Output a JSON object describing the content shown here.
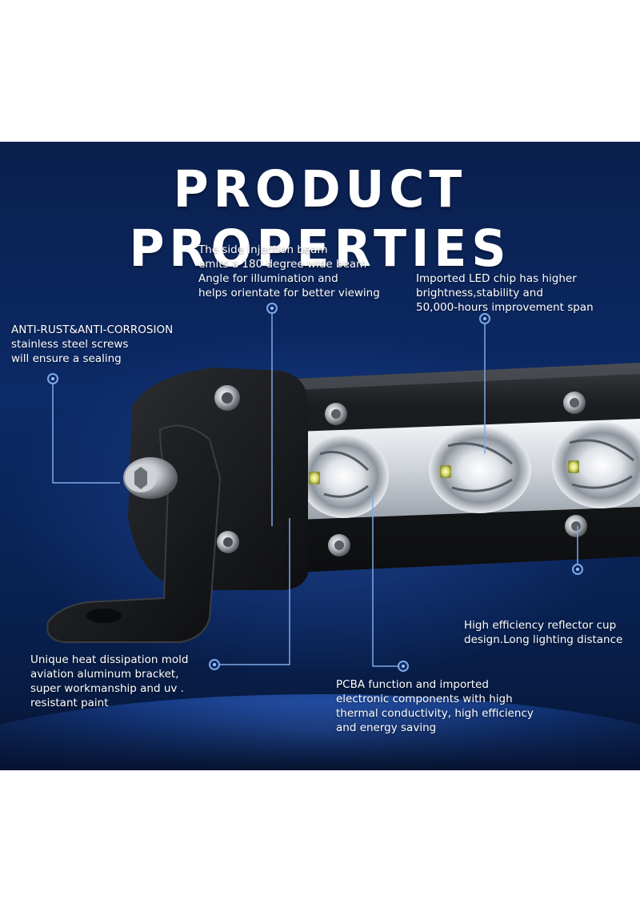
{
  "title": "PRODUCT PROPERTIES",
  "callouts": {
    "side_beam": "The side injection beam\nemits a 180 degree wide beam\nAngle for illumination and\nhelps orientate for better viewing",
    "led_chip": "Imported LED chip has higher\nbrightness,stability and\n50,000-hours improvement span",
    "screws": "ANTI-RUST&ANTI-CORROSION\nstainless steel screws\nwill ensure a sealing",
    "reflector": "High efficiency reflector cup\ndesign.Long lighting distance",
    "bracket": "Unique heat dissipation mold\naviation aluminum bracket,\nsuper workmanship and uv .\nresistant paint",
    "pcba": "PCBA function and imported\nelectronic components with high\nthermal conductivity, high efficiency\nand energy saving"
  },
  "colors": {
    "banner_blue": "#0c2a66",
    "leader_line": "#7fa8e8",
    "text": "#ffffff"
  },
  "icons": {
    "leader_dot": "ring-dot-icon"
  }
}
